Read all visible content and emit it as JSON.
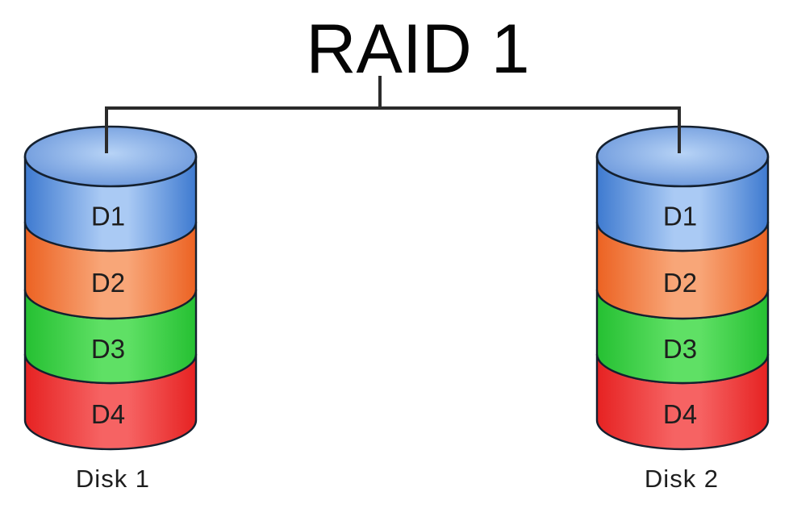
{
  "title": "RAID 1",
  "disks": [
    {
      "label": "Disk 1",
      "segments": [
        {
          "label": "D1",
          "color_light": "#aacaf4",
          "color_dark": "#3e7ad0"
        },
        {
          "label": "D2",
          "color_light": "#f8a678",
          "color_dark": "#ec6222"
        },
        {
          "label": "D3",
          "color_light": "#5fe065",
          "color_dark": "#25c032"
        },
        {
          "label": "D4",
          "color_light": "#f66363",
          "color_dark": "#e62222"
        }
      ]
    },
    {
      "label": "Disk 2",
      "segments": [
        {
          "label": "D1",
          "color_light": "#aacaf4",
          "color_dark": "#3e7ad0"
        },
        {
          "label": "D2",
          "color_light": "#f8a678",
          "color_dark": "#ec6222"
        },
        {
          "label": "D3",
          "color_light": "#5fe065",
          "color_dark": "#25c032"
        },
        {
          "label": "D4",
          "color_light": "#f66363",
          "color_dark": "#e62222"
        }
      ]
    }
  ],
  "colors": {
    "background": "#ffffff",
    "outline": "#14202f",
    "connector": "#2b2b2b",
    "text": "#1e1e1e",
    "title_text": "#050505",
    "top_face_light": "#b7d3f6",
    "top_face_dark": "#5687d4"
  }
}
